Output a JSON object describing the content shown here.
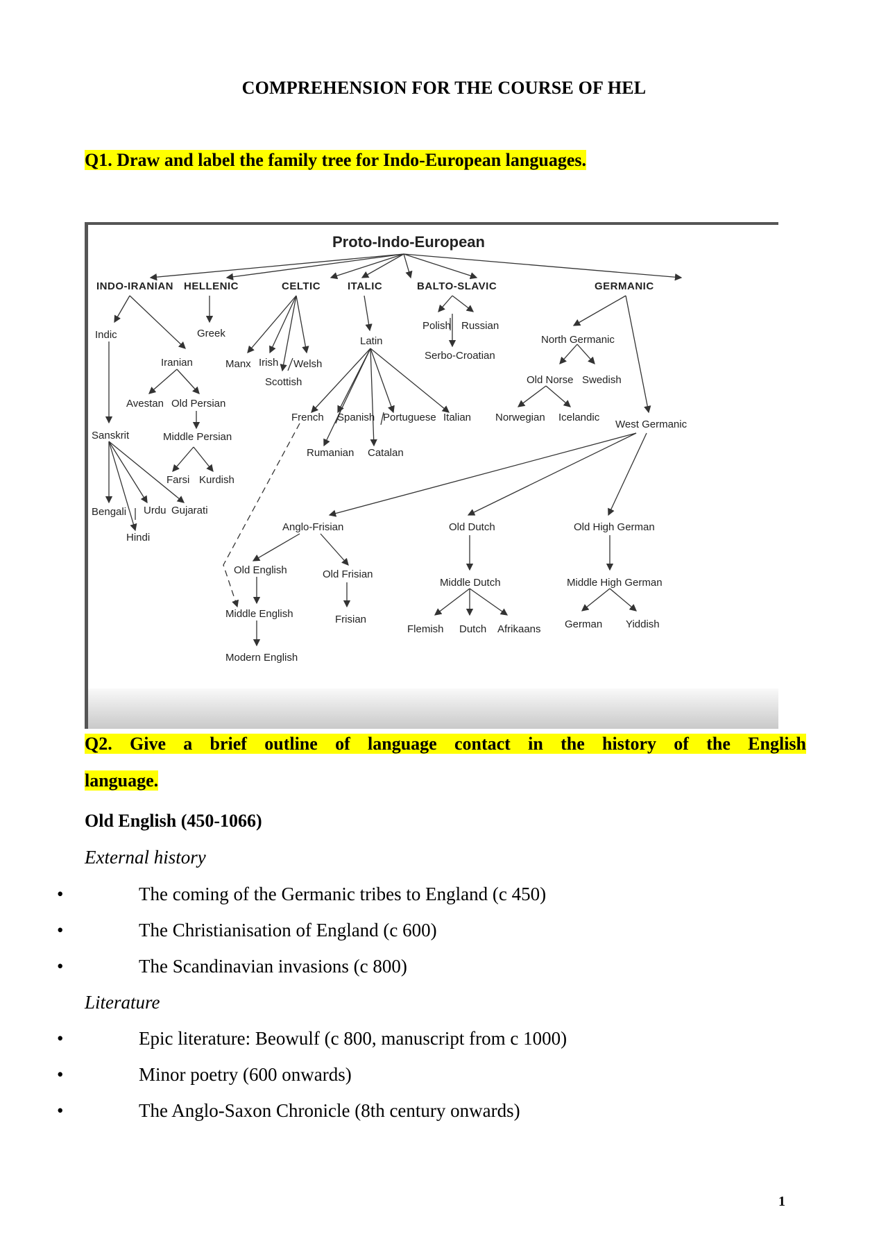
{
  "doc": {
    "title": "COMPREHENSION FOR THE COURSE OF HEL",
    "q1": "Q1. Draw and label the family tree for Indo-European languages.",
    "q2_line1": "Q2. Give a brief outline of language contact in the history of the English",
    "q2_line2": "language.",
    "section_heading": "Old English (450-1066)",
    "external_heading": "External history",
    "external_items": [
      "The coming of the Germanic tribes to England (c 450)",
      "The Christianisation of England (c 600)",
      "The Scandinavian invasions (c 800)"
    ],
    "literature_heading": "Literature",
    "literature_items": [
      "Epic literature: Beowulf (c 800, manuscript from c 1000)",
      "Minor poetry (600 onwards)",
      "The Anglo-Saxon Chronicle (8th century onwards)"
    ],
    "bullet": "•",
    "page_number": "1"
  },
  "tree": {
    "root": "Proto-Indo-European",
    "branches": {
      "indo_iranian": "INDO-IRANIAN",
      "hellenic": "HELLENIC",
      "celtic": "CELTIC",
      "italic": "ITALIC",
      "balto_slavic": "BALTO-SLAVIC",
      "germanic": "GERMANIC"
    },
    "nodes": {
      "indic": "Indic",
      "iranian": "Iranian",
      "avestan": "Avestan",
      "old_persian": "Old Persian",
      "middle_persian": "Middle Persian",
      "farsi": "Farsi",
      "kurdish": "Kurdish",
      "sanskrit": "Sanskrit",
      "bengali": "Bengali",
      "urdu": "Urdu",
      "gujarati": "Gujarati",
      "hindi": "Hindi",
      "greek": "Greek",
      "manx": "Manx",
      "irish": "Irish",
      "welsh": "Welsh",
      "scottish": "Scottish",
      "latin": "Latin",
      "french": "French",
      "spanish": "Spanish",
      "portuguese": "Portuguese",
      "italian": "Italian",
      "rumanian": "Rumanian",
      "catalan": "Catalan",
      "polish": "Polish",
      "russian": "Russian",
      "serbo_croatian": "Serbo-Croatian",
      "north_germanic": "North Germanic",
      "old_norse": "Old Norse",
      "swedish": "Swedish",
      "norwegian": "Norwegian",
      "icelandic": "Icelandic",
      "west_germanic": "West Germanic",
      "anglo_frisian": "Anglo-Frisian",
      "old_english": "Old English",
      "old_frisian": "Old Frisian",
      "middle_english": "Middle English",
      "modern_english": "Modern English",
      "frisian": "Frisian",
      "old_dutch": "Old Dutch",
      "middle_dutch": "Middle Dutch",
      "flemish": "Flemish",
      "dutch": "Dutch",
      "afrikaans": "Afrikaans",
      "old_high_german": "Old High German",
      "middle_high_german": "Middle High German",
      "german": "German",
      "yiddish": "Yiddish"
    }
  }
}
